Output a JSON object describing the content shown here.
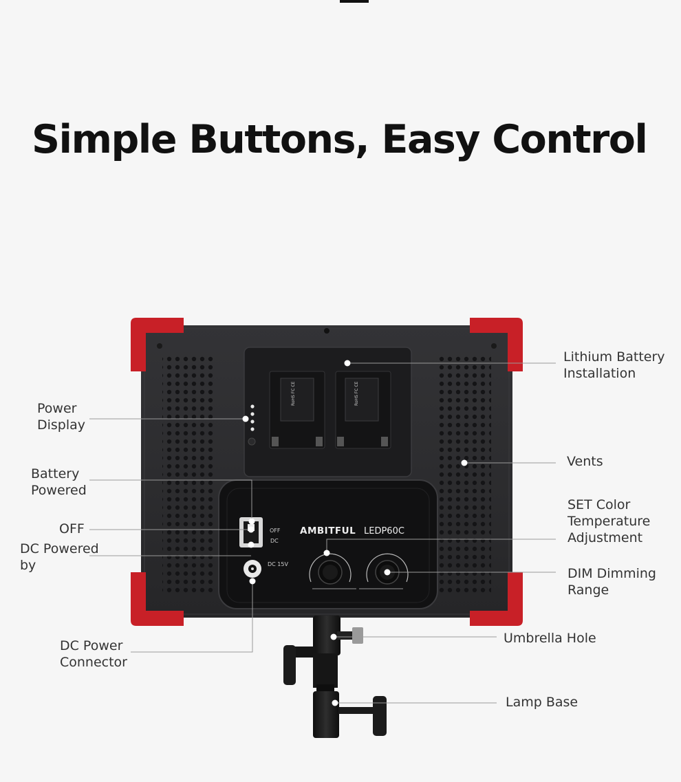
{
  "title": "Simple Buttons, Easy Control",
  "product": {
    "brand": "AMBITFUL",
    "model": "LEDP60C",
    "panel_label_off": "OFF",
    "panel_label_dc": "DC",
    "panel_label_dc_input": "DC 15V",
    "battery_cert": "RoHS FC CE"
  },
  "callouts": {
    "power_display": [
      "Power",
      "Display"
    ],
    "battery_powered": [
      "Battery",
      "Powered"
    ],
    "off": [
      "OFF"
    ],
    "dc_powered_by": [
      "DC Powered",
      "by"
    ],
    "dc_power_connector": [
      "DC Power",
      "Connector"
    ],
    "lithium_battery": [
      "Lithium Battery",
      "Installation"
    ],
    "vents": [
      "Vents"
    ],
    "set_color": [
      "SET Color",
      "Temperature",
      "Adjustment"
    ],
    "dim_dimming": [
      "DIM Dimming",
      "Range"
    ],
    "umbrella_hole": [
      "Umbrella Hole"
    ],
    "lamp_base": [
      "Lamp Base"
    ]
  },
  "colors": {
    "background": "#f6f6f6",
    "panel": "#2b2b2d",
    "corner": "#c82027",
    "title": "#111111"
  }
}
